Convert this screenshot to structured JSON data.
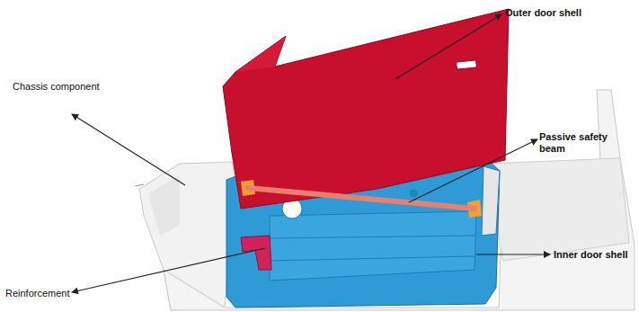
{
  "diagram": {
    "labels": [
      "Outer door shell",
      "Chassis component",
      "Passive safety beam",
      "Inner door shell",
      "Reinforcement"
    ]
  }
}
